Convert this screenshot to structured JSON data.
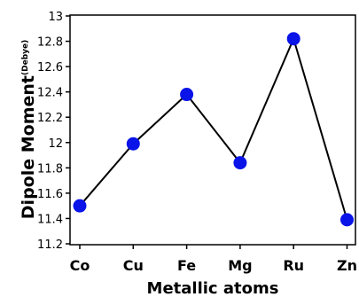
{
  "chart_data": {
    "type": "line",
    "categories": [
      "Co",
      "Cu",
      "Fe",
      "Mg",
      "Ru",
      "Zn"
    ],
    "series": [
      {
        "values": [
          11.5,
          11.99,
          12.38,
          11.84,
          12.82,
          11.39
        ]
      }
    ],
    "xlabel": "Metallic atoms",
    "ylabel": "Dipole Moment",
    "ylabel_unit": "(Debye)",
    "ylim": [
      11.2,
      13
    ],
    "yticks": [
      "11.2",
      "11.4",
      "11.6",
      "11.8",
      "12",
      "12.2",
      "12.4",
      "12.6",
      "12.8",
      "13"
    ],
    "grid": false,
    "legend": "none",
    "colors": {
      "line": "#000000",
      "marker": "#0a14e8",
      "axis": "#000000"
    }
  }
}
